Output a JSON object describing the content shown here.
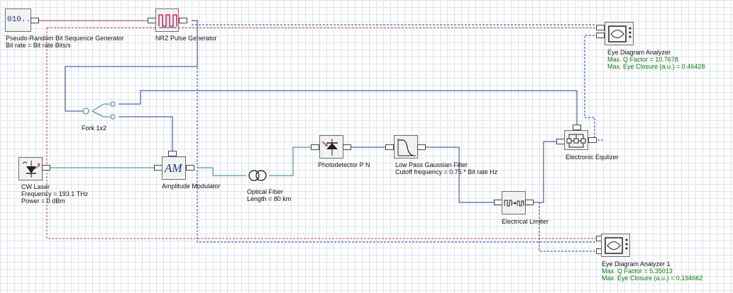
{
  "components": {
    "prbs": {
      "name": "Pseudo-Random Bit Sequence Generator",
      "param": "Bit rate = Bit rate  Bits/s",
      "icon_text": "010.."
    },
    "nrz": {
      "name": "NRZ Pulse Generator"
    },
    "fork": {
      "name": "Fork 1x2"
    },
    "cw_laser": {
      "name": "CW Laser",
      "param1": "Frequency = 193.1  THz",
      "param2": "Power = 0  dBm"
    },
    "am": {
      "name": "Amplitude Modulator",
      "icon_text": "AM"
    },
    "fiber": {
      "name": "Optical Fiber",
      "param": "Length = 80  km"
    },
    "photodetector": {
      "name": "Photodetector P N"
    },
    "filter": {
      "name": "Low Pass Gaussian Filter",
      "param": "Cutoff frequency = 0.75 * Bit rate  Hz"
    },
    "limiter": {
      "name": "Electrical Limiter"
    },
    "equalizer": {
      "name": "Electronic Equlizer"
    },
    "eye1": {
      "name": "Eye Diagram Analyzer",
      "q_factor": "Max. Q Factor = 10.7678",
      "eye_closure": "Max. Eye Closure (a.u.) = 0.46428"
    },
    "eye2": {
      "name": "Eye Diagram Analyzer 1",
      "q_factor": "Max. Q Factor = 5.35013",
      "eye_closure": "Max. Eye Closure (a.u.) = 0.194662"
    }
  },
  "colors": {
    "electrical": "#b2443a",
    "optical": "#2f7f7f",
    "electrical_signal": "#2a3a9a",
    "monitor": "#2a3a9a",
    "green_text": "#0a7a0a"
  }
}
